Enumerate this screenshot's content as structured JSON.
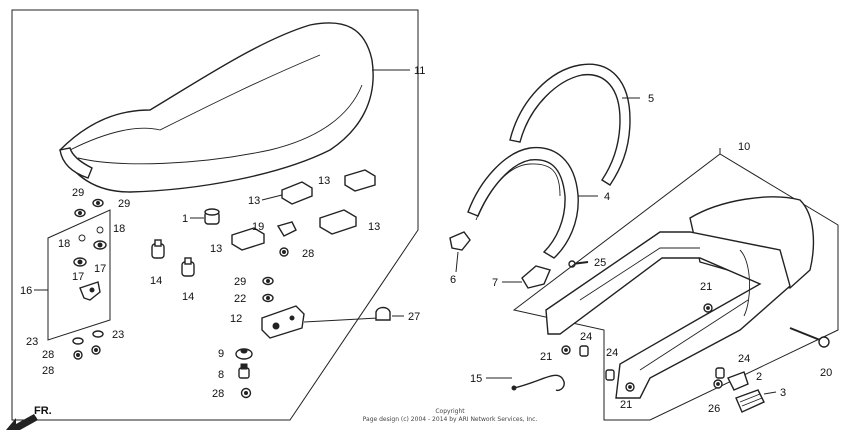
{
  "labels": {
    "l11": "11",
    "l5": "5",
    "l4": "4",
    "l10": "10",
    "l29a": "29",
    "l29b": "29",
    "l13a": "13",
    "l13b": "13",
    "l13c": "13",
    "l13d": "13",
    "l1": "1",
    "l19": "19",
    "l18a": "18",
    "l18b": "18",
    "l17a": "17",
    "l17b": "17",
    "l16": "16",
    "l14a": "14",
    "l14b": "14",
    "l28a": "28",
    "l29c": "29",
    "l22": "22",
    "l12": "12",
    "l27": "27",
    "l9": "9",
    "l8": "8",
    "l28b": "28",
    "l23a": "23",
    "l23b": "23",
    "l28c": "28",
    "l28d": "28",
    "l6": "6",
    "l7": "7",
    "l25": "25",
    "l21a": "21",
    "l21b": "21",
    "l21c": "21",
    "l24a": "24",
    "l24b": "24",
    "l24c": "24",
    "l20": "20",
    "l2": "2",
    "l3": "3",
    "l26": "26",
    "l15": "15"
  },
  "direction_label": "FR.",
  "copyright": {
    "line1": "Copyright",
    "line2": "Page design (c) 2004 - 2014 by ARI Network Services, Inc."
  }
}
